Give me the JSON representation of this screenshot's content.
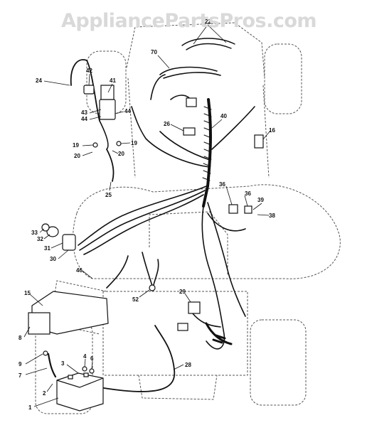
{
  "watermark": "AppliancePartsPros.com",
  "colors": {
    "wire": "#111111",
    "outline": "#555555",
    "watermark": "#d9d9d9",
    "background": "#ffffff"
  },
  "callouts": {
    "c1": "1",
    "c2": "2",
    "c3": "3",
    "c4": "4",
    "c6": "6",
    "c7": "7",
    "c8": "8",
    "c9": "9",
    "c15": "15",
    "c16": "16",
    "c19a": "19",
    "c19b": "19",
    "c20a": "20",
    "c20b": "20",
    "c22": "22",
    "c24": "24",
    "c25": "25",
    "c26": "26",
    "c28": "28",
    "c29": "29",
    "c30": "30",
    "c31": "31",
    "c32": "32",
    "c33": "33",
    "c36a": "36",
    "c36b": "36",
    "c38": "38",
    "c39": "39",
    "c40": "40",
    "c41": "41",
    "c42": "42",
    "c43": "43",
    "c44a": "44",
    "c44b": "44",
    "c46": "46",
    "c52": "52",
    "c70": "70"
  }
}
